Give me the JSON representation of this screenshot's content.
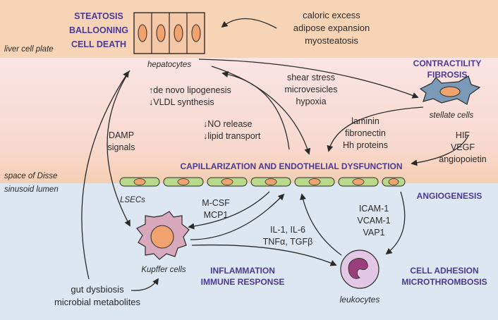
{
  "regions": {
    "liver_cell_plate": "liver cell plate",
    "space_of_disse": "space of Disse",
    "sinusoid_lumen": "sinusoid lumen"
  },
  "headings": {
    "steatosis": [
      "STEATOSIS",
      "BALLOONING",
      "CELL DEATH"
    ],
    "contractility": [
      "CONTRACTILITY",
      "FIBROSIS"
    ],
    "capillarization": "CAPILLARIZATION AND ENDOTHELIAL DYSFUNCTION",
    "angiogenesis": "ANGIOGENESIS",
    "inflammation": [
      "INFLAMMATION",
      "IMMUNE RESPONSE"
    ],
    "cell_adhesion": [
      "CELL ADHESION",
      "MICROTHROMBOSIS"
    ]
  },
  "cells": {
    "hepatocytes": "hepatocytes",
    "stellate": "stellate cells",
    "lsecs": "LSECs",
    "kupffer": "Kupffer cells",
    "leukocytes": "leukocytes"
  },
  "labels": {
    "caloric": [
      "caloric excess",
      "adipose expansion",
      "myosteatosis"
    ],
    "shear": [
      "shear stress",
      "microvesicles",
      "hypoxia"
    ],
    "lipogenesis": [
      "↑de novo lipogenesis",
      "↓VLDL synthesis"
    ],
    "no_release": [
      "↓NO release",
      "↓lipid transport"
    ],
    "laminin": [
      "laminin",
      "fibronectin",
      "Hh proteins"
    ],
    "hif": [
      "HIF",
      "VEGF",
      "angiopoietin"
    ],
    "damp": [
      "DAMP",
      "signals"
    ],
    "mcsf": [
      "M-CSF",
      "MCP1"
    ],
    "il": [
      "IL-1, IL-6",
      "TNFα, TGFβ"
    ],
    "icam": [
      "ICAM-1",
      "VCAM-1",
      "VAP1"
    ],
    "gut": [
      "gut dysbiosis",
      "microbial metabolites"
    ]
  },
  "colors": {
    "heading": "#4a3a94",
    "top_band": "#f8d4b6",
    "bottom_band": "#dce7f2",
    "lsec_fill": "#b9d98a",
    "nucleus_fill": "#f0a36e",
    "stellate_fill": "#7a9ab8",
    "kupffer_fill": "#d8a8bd",
    "leukocyte_fill": "#e3c8e6",
    "leukocyte_nucleus": "#9b3f7c"
  }
}
